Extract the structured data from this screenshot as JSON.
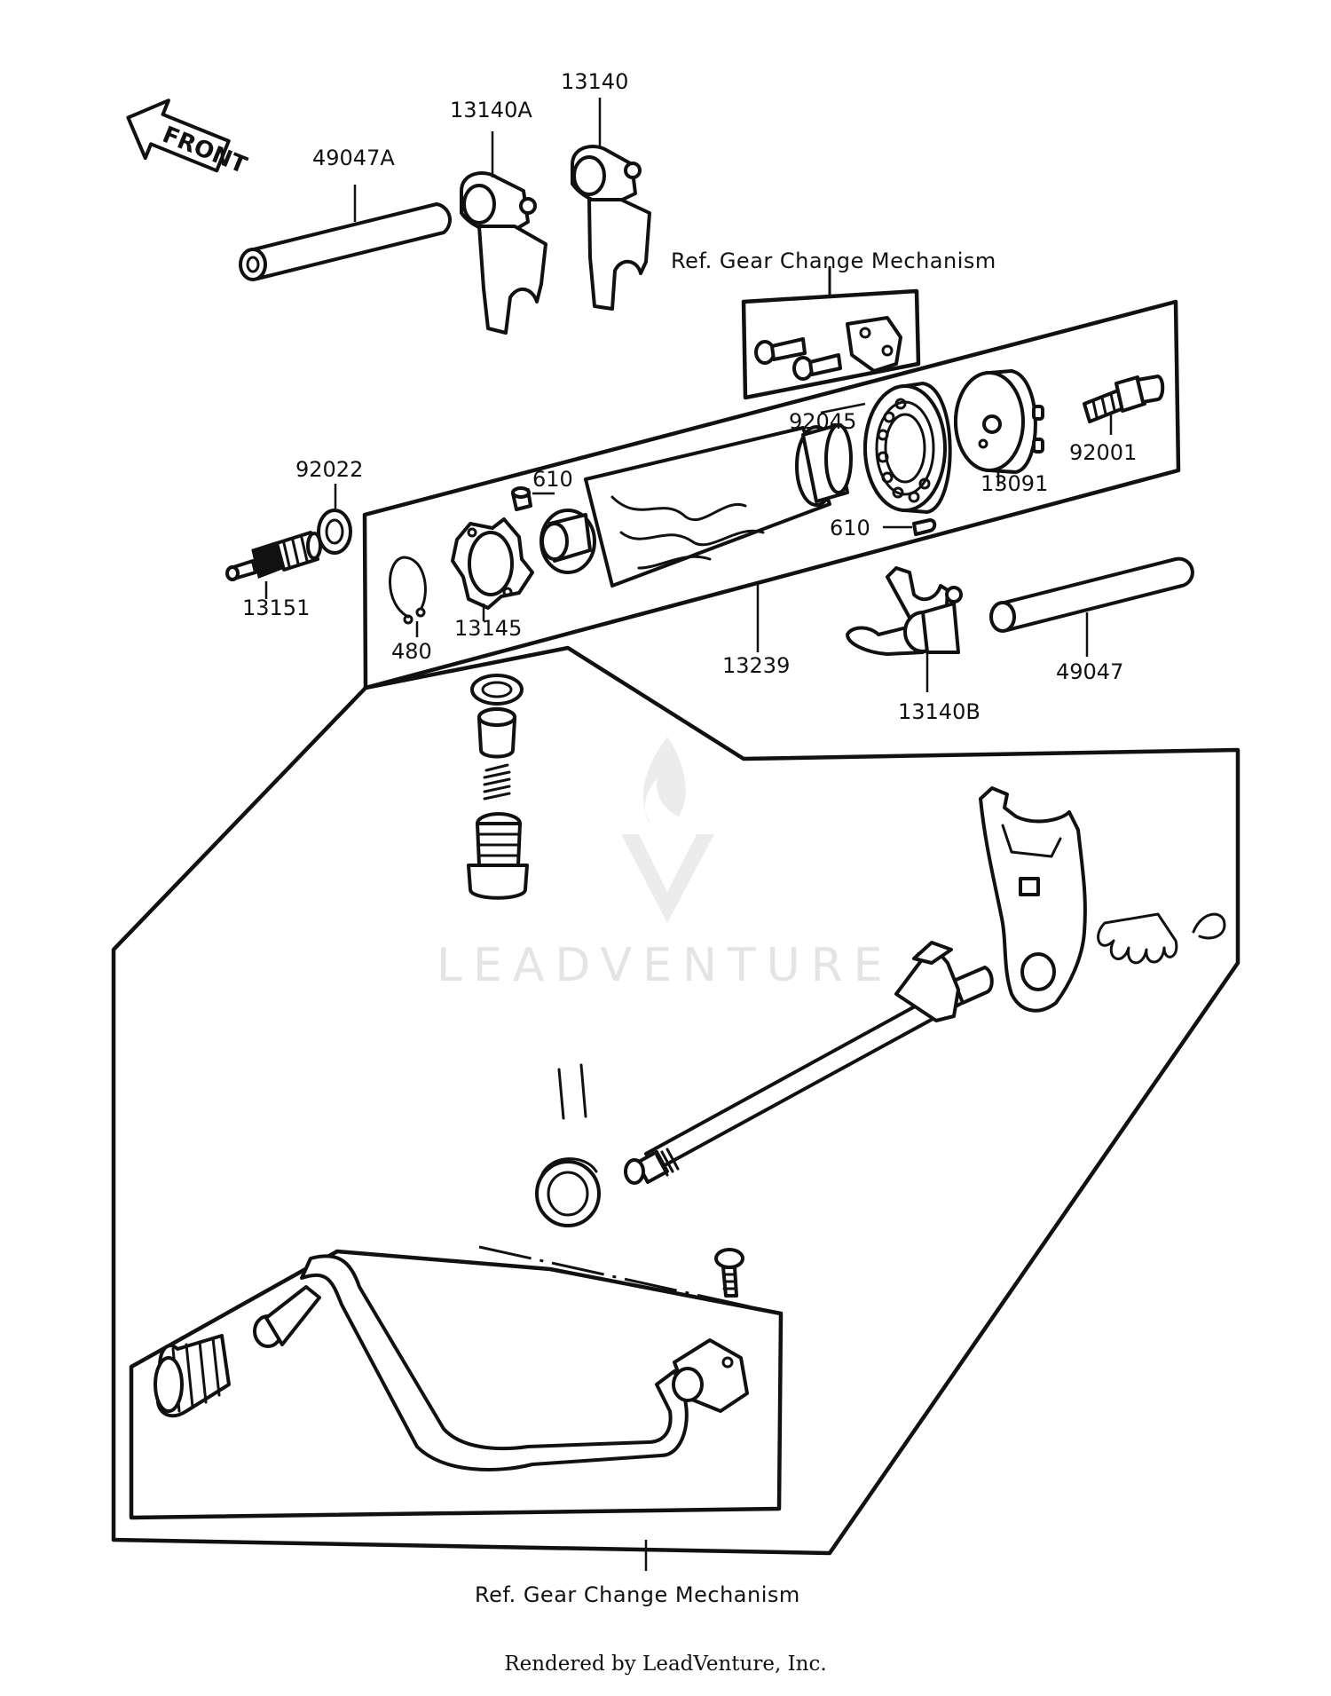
{
  "labels": {
    "front": "FRONT",
    "p49047A": "49047A",
    "p13140A": "13140A",
    "p13140": "13140",
    "p92045": "92045",
    "p92022": "92022",
    "p610a": "610",
    "p610b": "610",
    "p13091": "13091",
    "p92001": "92001",
    "p13151": "13151",
    "p13145": "13145",
    "p480": "480",
    "p13239": "13239",
    "p13140B": "13140B",
    "p49047": "49047"
  },
  "refs": {
    "top": "Ref. Gear Change Mechanism",
    "bottom": "Ref. Gear Change Mechanism"
  },
  "watermark": "LEADVENTURE",
  "footer": "Rendered by LeadVenture, Inc."
}
